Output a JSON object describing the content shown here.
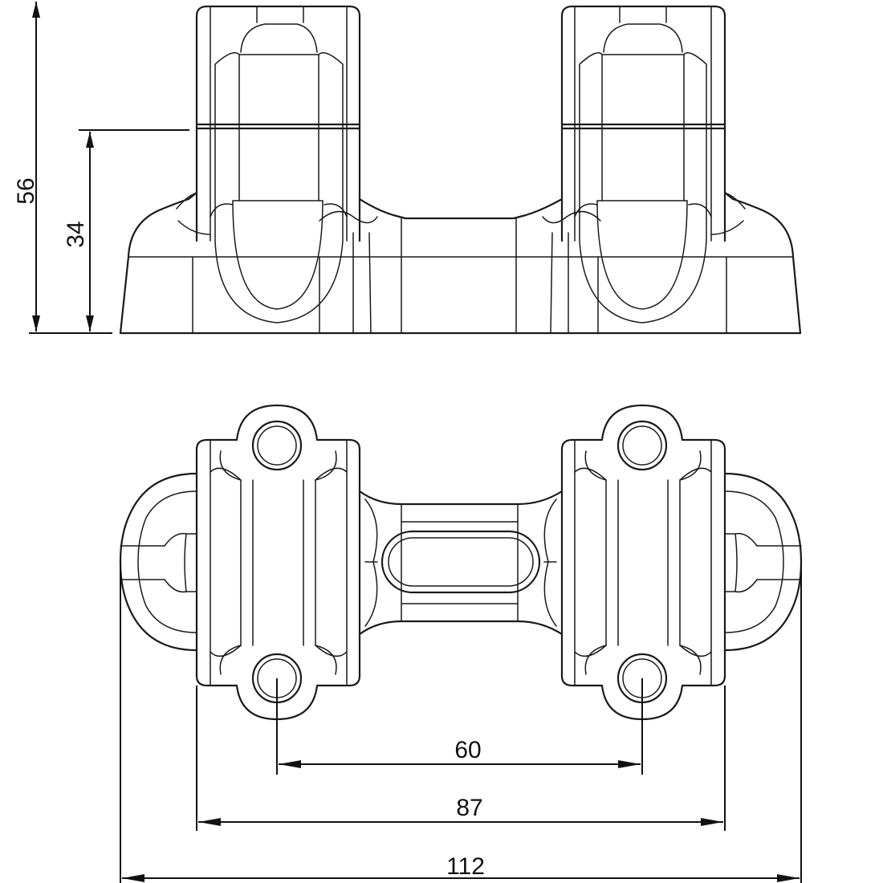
{
  "drawing": {
    "side_view": {
      "dimensions": {
        "total_height": "56",
        "body_height": "34"
      }
    },
    "top_view": {
      "dimensions": {
        "hole_spacing": "60",
        "clamp_width": "87",
        "overall_width": "112"
      }
    }
  }
}
